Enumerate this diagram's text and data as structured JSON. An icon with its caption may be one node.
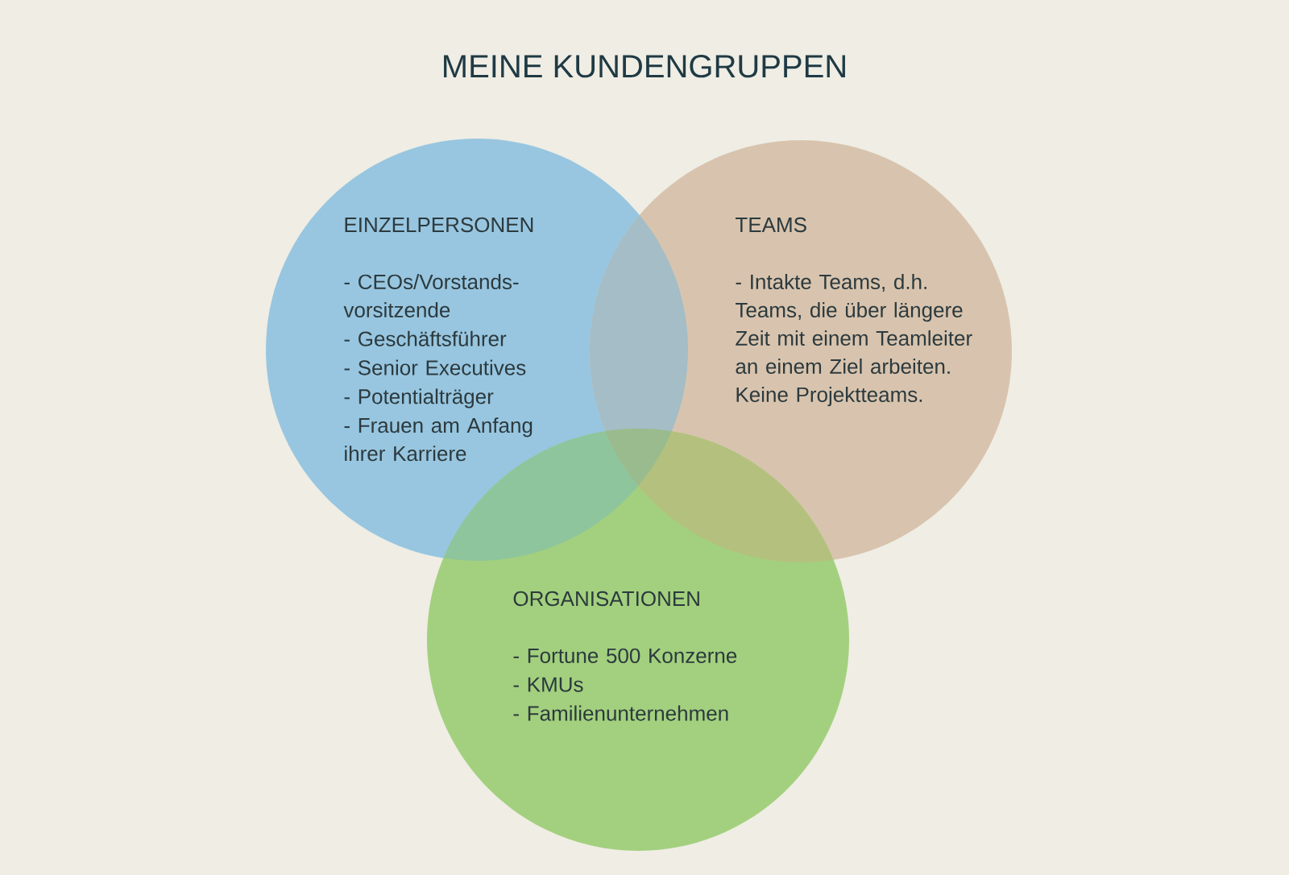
{
  "diagram": {
    "title": "MEINE KUNDENGRUPPEN",
    "nodes": [
      {
        "text": [
          "EINZELPERSONEN",
          "- CEOs/Vorstands- vorsitzende",
          "- Geschäftsführer",
          "- Senior Executives",
          "- Potentialträger",
          "- Frauen am Anfang ihrer Karriere"
        ]
      },
      {
        "text": [
          "TEAMS",
          "- Intakte Teams, d.h. Teams, die über längere Zeit mit einem Teamleiter an einem Ziel arbeiten. Keine Projektteams."
        ]
      },
      {
        "text": [
          "ORGANISATIONEN",
          "- Fortune 500 Konzerne",
          "- KMUs",
          "- Familienunternehmen"
        ]
      }
    ],
    "edges": []
  }
}
